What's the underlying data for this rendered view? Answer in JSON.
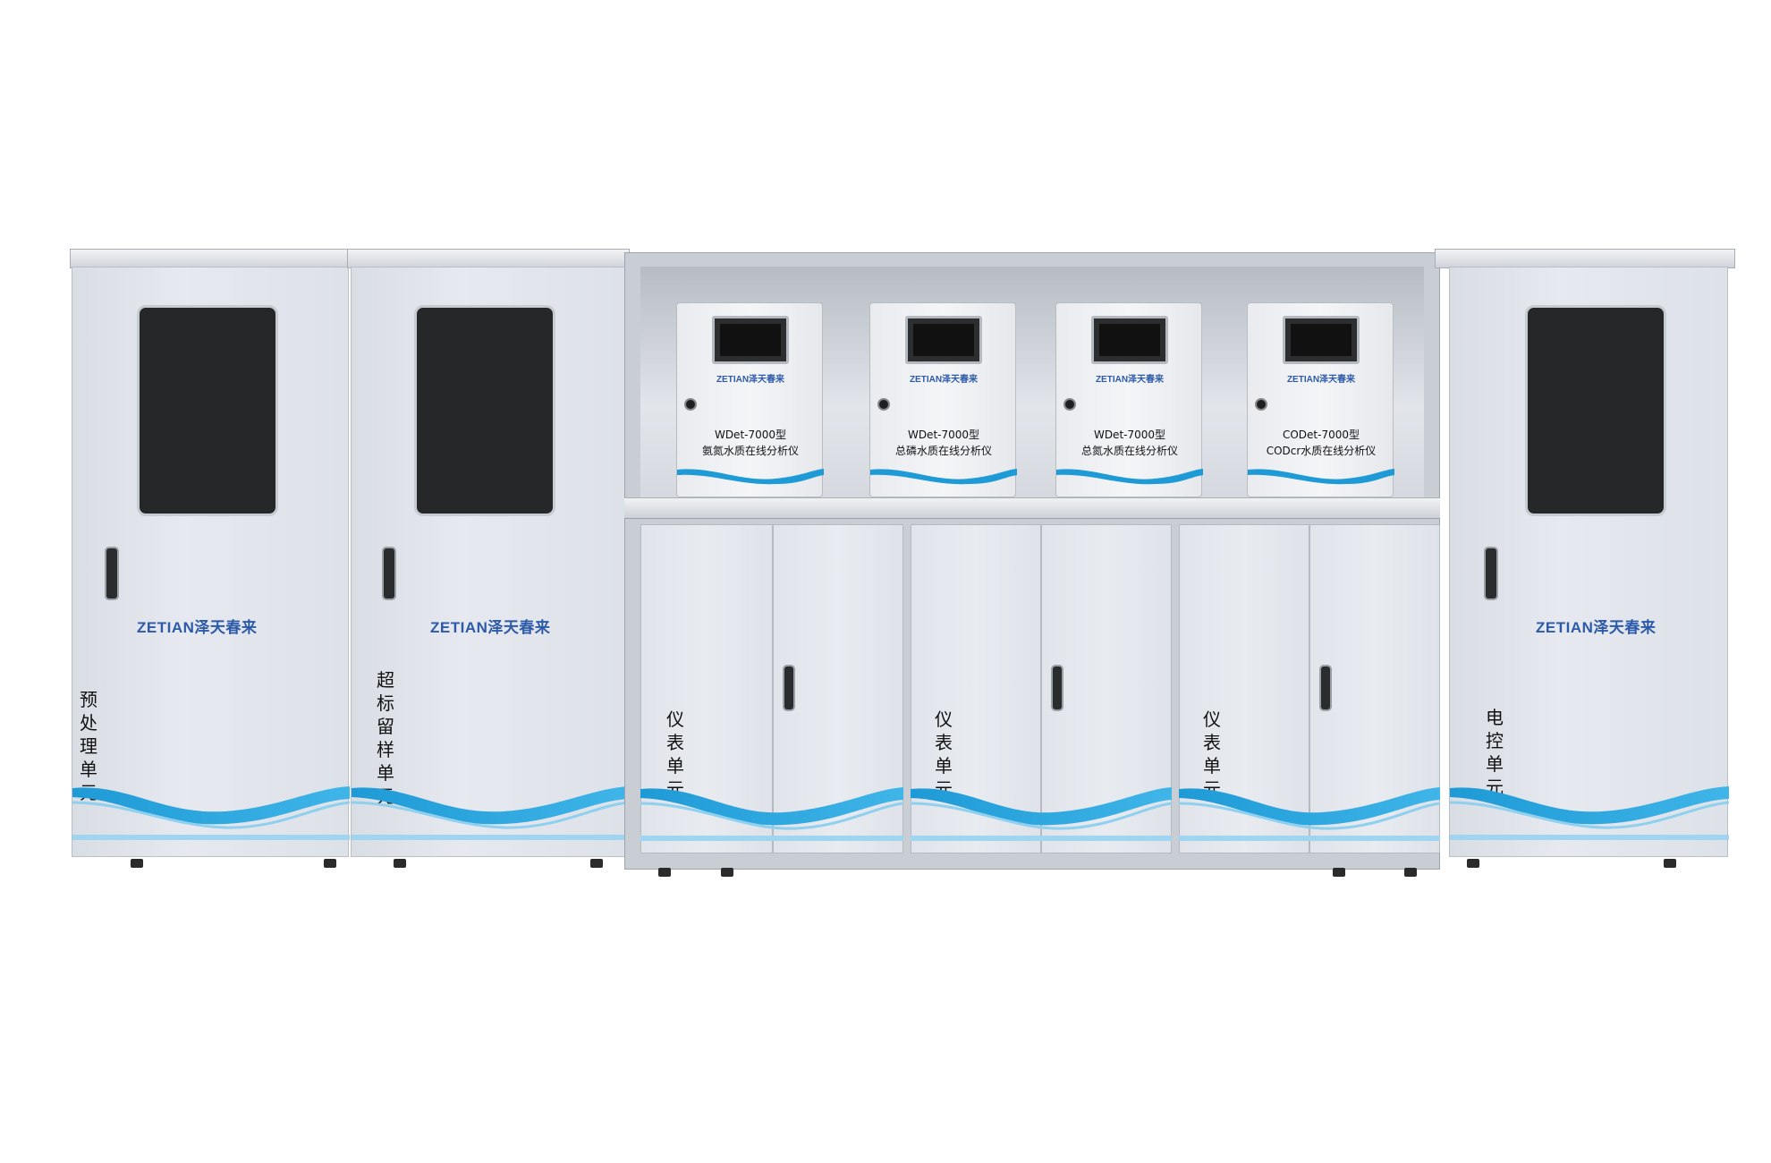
{
  "brand": "ZETIAN泽天春来",
  "units": [
    {
      "label": "预处理单元"
    },
    {
      "label": "超标留样单元"
    },
    {
      "label": "仪表单元"
    },
    {
      "label": "仪表单元"
    },
    {
      "label": "仪表单元"
    },
    {
      "label": "电控单元"
    }
  ],
  "analyzers": [
    {
      "logo": "ZETIAN泽天春来",
      "model": "WDet-7000型",
      "name": "氨氮水质在线分析仪"
    },
    {
      "logo": "ZETIAN泽天春来",
      "model": "WDet-7000型",
      "name": "总磷水质在线分析仪"
    },
    {
      "logo": "ZETIAN泽天春来",
      "model": "WDet-7000型",
      "name": "总氮水质在线分析仪"
    },
    {
      "logo": "ZETIAN泽天春来",
      "model": "CODet-7000型",
      "name": "CODcr水质在线分析仪"
    }
  ],
  "colors": {
    "wave_blue": "#1e9ad6",
    "wave_light": "#8fd0ef",
    "cabinet": "#e3e6ec",
    "window": "#252728"
  }
}
